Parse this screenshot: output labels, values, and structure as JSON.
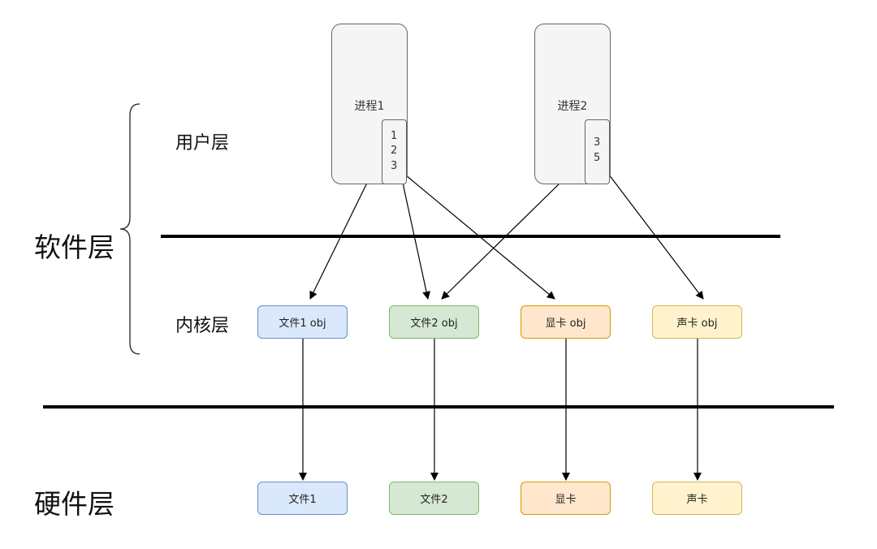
{
  "layers": {
    "software": "软件层",
    "user": "用户层",
    "kernel": "内核层",
    "hardware": "硬件层"
  },
  "processes": [
    {
      "label": "进程1",
      "fds": [
        "1",
        "2",
        "3"
      ]
    },
    {
      "label": "进程2",
      "fds": [
        "3",
        "5"
      ]
    }
  ],
  "kernel_objects": [
    "文件1 obj",
    "文件2 obj",
    "显卡 obj",
    "声卡 obj"
  ],
  "hardware_devices": [
    "文件1",
    "文件2",
    "显卡",
    "声卡"
  ],
  "colors": {
    "blue_fill": "#dae8fc",
    "blue_stroke": "#6c8ebf",
    "green_fill": "#d5e8d4",
    "green_stroke": "#82b366",
    "orange_fill": "#ffe6cc",
    "orange_stroke": "#d79b00",
    "yellow_fill": "#fff2cc",
    "yellow_stroke": "#d6b656"
  }
}
